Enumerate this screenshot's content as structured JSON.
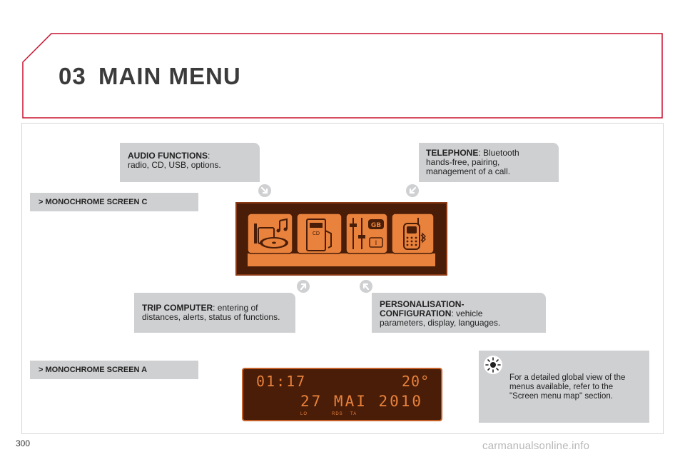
{
  "header": {
    "chapter": "03",
    "title": "MAIN MENU"
  },
  "callouts": {
    "audio": {
      "heading": "AUDIO FUNCTIONS",
      "text": ":",
      "text2": "radio, CD, USB, options."
    },
    "telephone": {
      "heading": "TELEPHONE",
      "text": ": Bluetooth",
      "text2": "hands-free, pairing,",
      "text3": "management of a call."
    },
    "trip": {
      "heading": "TRIP COMPUTER",
      "text": ": entering of",
      "text2": "distances, alerts, status of functions."
    },
    "personalisation": {
      "heading": "PERSONALISATION-",
      "heading2": "CONFIGURATION",
      "text": ": vehicle",
      "text2": "parameters, display, languages."
    }
  },
  "sections": {
    "screen_c": "> MONOCHROME SCREEN C",
    "screen_a": "> MONOCHROME SCREEN A"
  },
  "screen_c": {
    "icon_labels": {
      "cd": "CD",
      "lang_top": "GB",
      "lang_bottom": "I"
    }
  },
  "screen_a": {
    "time": "01:17",
    "temperature": "20°",
    "date": "27 MAI 2010",
    "indicators": {
      "lo": "LO",
      "rds": "RDS",
      "ta": "TA"
    }
  },
  "tip": {
    "text": "For a detailed global view of the",
    "text2": "menus available, refer to the",
    "text3": "\"Screen menu map\" section."
  },
  "footer": {
    "page_number": "300",
    "watermark": "carmanualsonline.info"
  },
  "colors": {
    "accent_red": "#c8102e",
    "screen_orange": "#e8823c",
    "screen_dark": "#4a1d08",
    "callout_gray": "#cfd0d2"
  }
}
